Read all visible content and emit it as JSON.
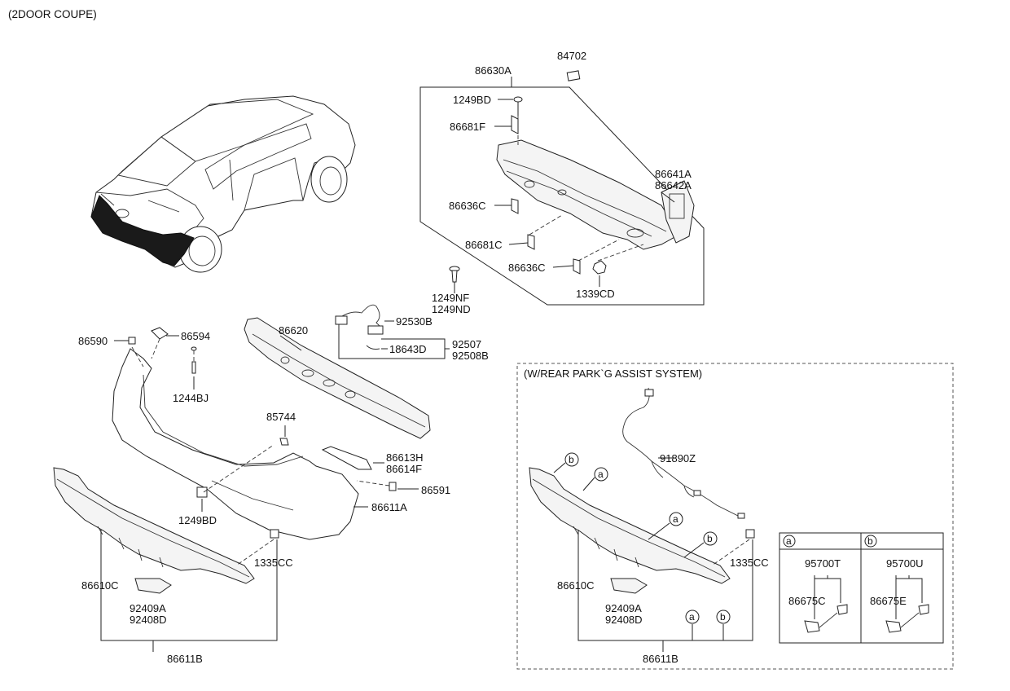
{
  "header": {
    "variant": "(2DOOR COUPE)"
  },
  "parts": {
    "p84702": "84702",
    "p86630A": "86630A",
    "p1249BD_top": "1249BD",
    "p86681F": "86681F",
    "p86641A": "86641A",
    "p86642A": "86642A",
    "p86636C_a": "86636C",
    "p86681C": "86681C",
    "p86636C_b": "86636C",
    "p1339CD": "1339CD",
    "p1249NF": "1249NF",
    "p1249ND": "1249ND",
    "p92530B": "92530B",
    "p92507": "92507",
    "p18643D": "18643D",
    "p92508B": "92508B",
    "p86620": "86620",
    "p86590": "86590",
    "p86594": "86594",
    "p1244BJ": "1244BJ",
    "p85744": "85744",
    "p86613H": "86613H",
    "p86614F": "86614F",
    "p86591": "86591",
    "p86611A": "86611A",
    "p1249BD_bottom": "1249BD",
    "p1335CC_left": "1335CC",
    "p86610C_left": "86610C",
    "p92409A_left": "92409A",
    "p92408D_left": "92408D",
    "p86611B_left": "86611B"
  },
  "park_assist": {
    "title": "(W/REAR PARK`G ASSIST SYSTEM)",
    "p91890Z": "91890Z",
    "p1335CC": "1335CC",
    "p86610C": "86610C",
    "p92409A": "92409A",
    "p92408D": "92408D",
    "p86611B": "86611B",
    "callouts": {
      "a": "a",
      "b": "b"
    },
    "table": {
      "col_a": {
        "key": "a",
        "part": "95700T",
        "sub": "86675C"
      },
      "col_b": {
        "key": "b",
        "part": "95700U",
        "sub": "86675E"
      }
    }
  }
}
